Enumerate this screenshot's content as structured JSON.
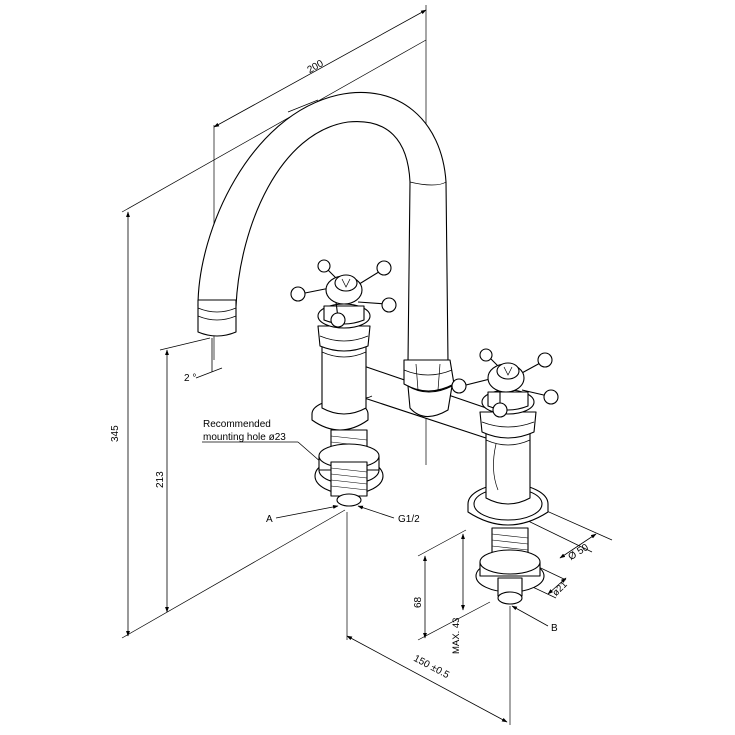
{
  "dimensions": {
    "spout_reach": "200",
    "overall_height": "345",
    "spout_height": "213",
    "spout_angle": "2 °",
    "mounting_note_line1": "Recommended",
    "mounting_note_line2": "mounting hole  ø23",
    "label_a": "A",
    "thread": "G1/2",
    "flange_diameter": "Ø 50",
    "shank_diameter": "ø21",
    "label_b": "B",
    "shank_length": "68",
    "max_deck": "MAX. 43",
    "centers": "150 ±0.5"
  }
}
